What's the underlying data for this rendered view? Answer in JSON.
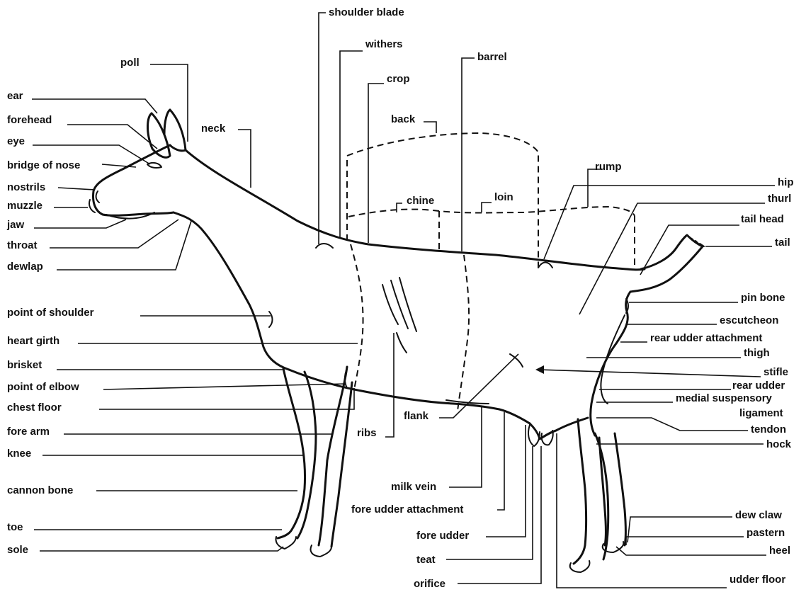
{
  "labels": {
    "shoulder_blade": "shoulder blade",
    "withers": "withers",
    "barrel": "barrel",
    "crop": "crop",
    "poll": "poll",
    "ear": "ear",
    "forehead": "forehead",
    "eye": "eye",
    "neck": "neck",
    "back": "back",
    "bridge_of_nose": "bridge of nose",
    "rump": "rump",
    "hip": "hip",
    "nostrils": "nostrils",
    "chine": "chine",
    "loin": "loin",
    "thurl": "thurl",
    "muzzle": "muzzle",
    "jaw": "jaw",
    "tail_head": "tail head",
    "throat": "throat",
    "tail": "tail",
    "dewlap": "dewlap",
    "pin_bone": "pin bone",
    "point_of_shoulder": "point of shoulder",
    "escutcheon": "escutcheon",
    "rear_udder_attachment": "rear udder attachment",
    "heart_girth": "heart girth",
    "thigh": "thigh",
    "brisket": "brisket",
    "stifle": "stifle",
    "rear_udder": "rear udder",
    "point_of_elbow": "point of elbow",
    "medial_suspensory": "medial suspensory",
    "ligament": "ligament",
    "chest_floor": "chest floor",
    "flank": "flank",
    "fore_arm": "fore arm",
    "ribs": "ribs",
    "tendon": "tendon",
    "hock": "hock",
    "knee": "knee",
    "milk_vein": "milk vein",
    "cannon_bone": "cannon bone",
    "fore_udder_attachment": "fore udder attachment",
    "dew_claw": "dew claw",
    "toe": "toe",
    "fore_udder": "fore udder",
    "pastern": "pastern",
    "teat": "teat",
    "sole": "sole",
    "heel": "heel",
    "orifice": "orifice",
    "udder_floor": "udder floor"
  }
}
